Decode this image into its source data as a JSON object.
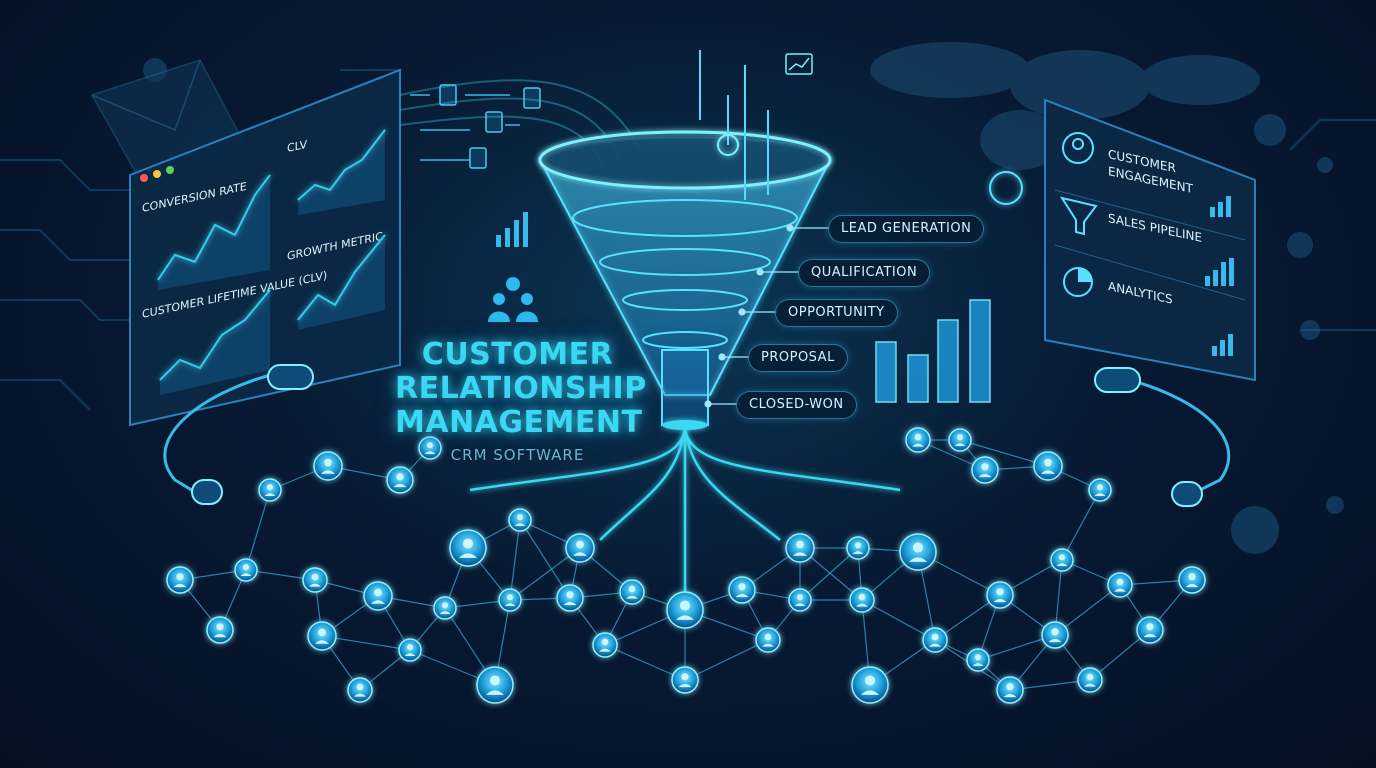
{
  "title": {
    "line1": "CUSTOMER",
    "line2": "RELATIONSHIP",
    "line3": "MANAGEMENT",
    "subtitle": "CRM SOFTWARE"
  },
  "funnel_stages": [
    {
      "label": "LEAD GENERATION"
    },
    {
      "label": "QUALIFICATION"
    },
    {
      "label": "OPPORTUNITY"
    },
    {
      "label": "PROPOSAL"
    },
    {
      "label": "CLOSED-WON"
    }
  ],
  "left_dashboard": {
    "charts": [
      {
        "label": "CONVERSION RATE"
      },
      {
        "label": "CLV"
      },
      {
        "label": "CUSTOMER LIFETIME VALUE (CLV)"
      },
      {
        "label": "GROWTH METRIC"
      }
    ]
  },
  "right_panel": {
    "items": [
      {
        "label_line1": "CUSTOMER",
        "label_line2": "ENGAGEMENT",
        "icon": "user-icon"
      },
      {
        "label_line1": "SALES PIPELINE",
        "label_line2": "",
        "icon": "funnel-icon"
      },
      {
        "label_line1": "ANALYTICS",
        "label_line2": "",
        "icon": "pie-chart-icon"
      }
    ]
  },
  "colors": {
    "accent": "#3ad8f2",
    "background": "#071a33",
    "node": "#2fb8ee",
    "line": "#3fa9e0"
  }
}
